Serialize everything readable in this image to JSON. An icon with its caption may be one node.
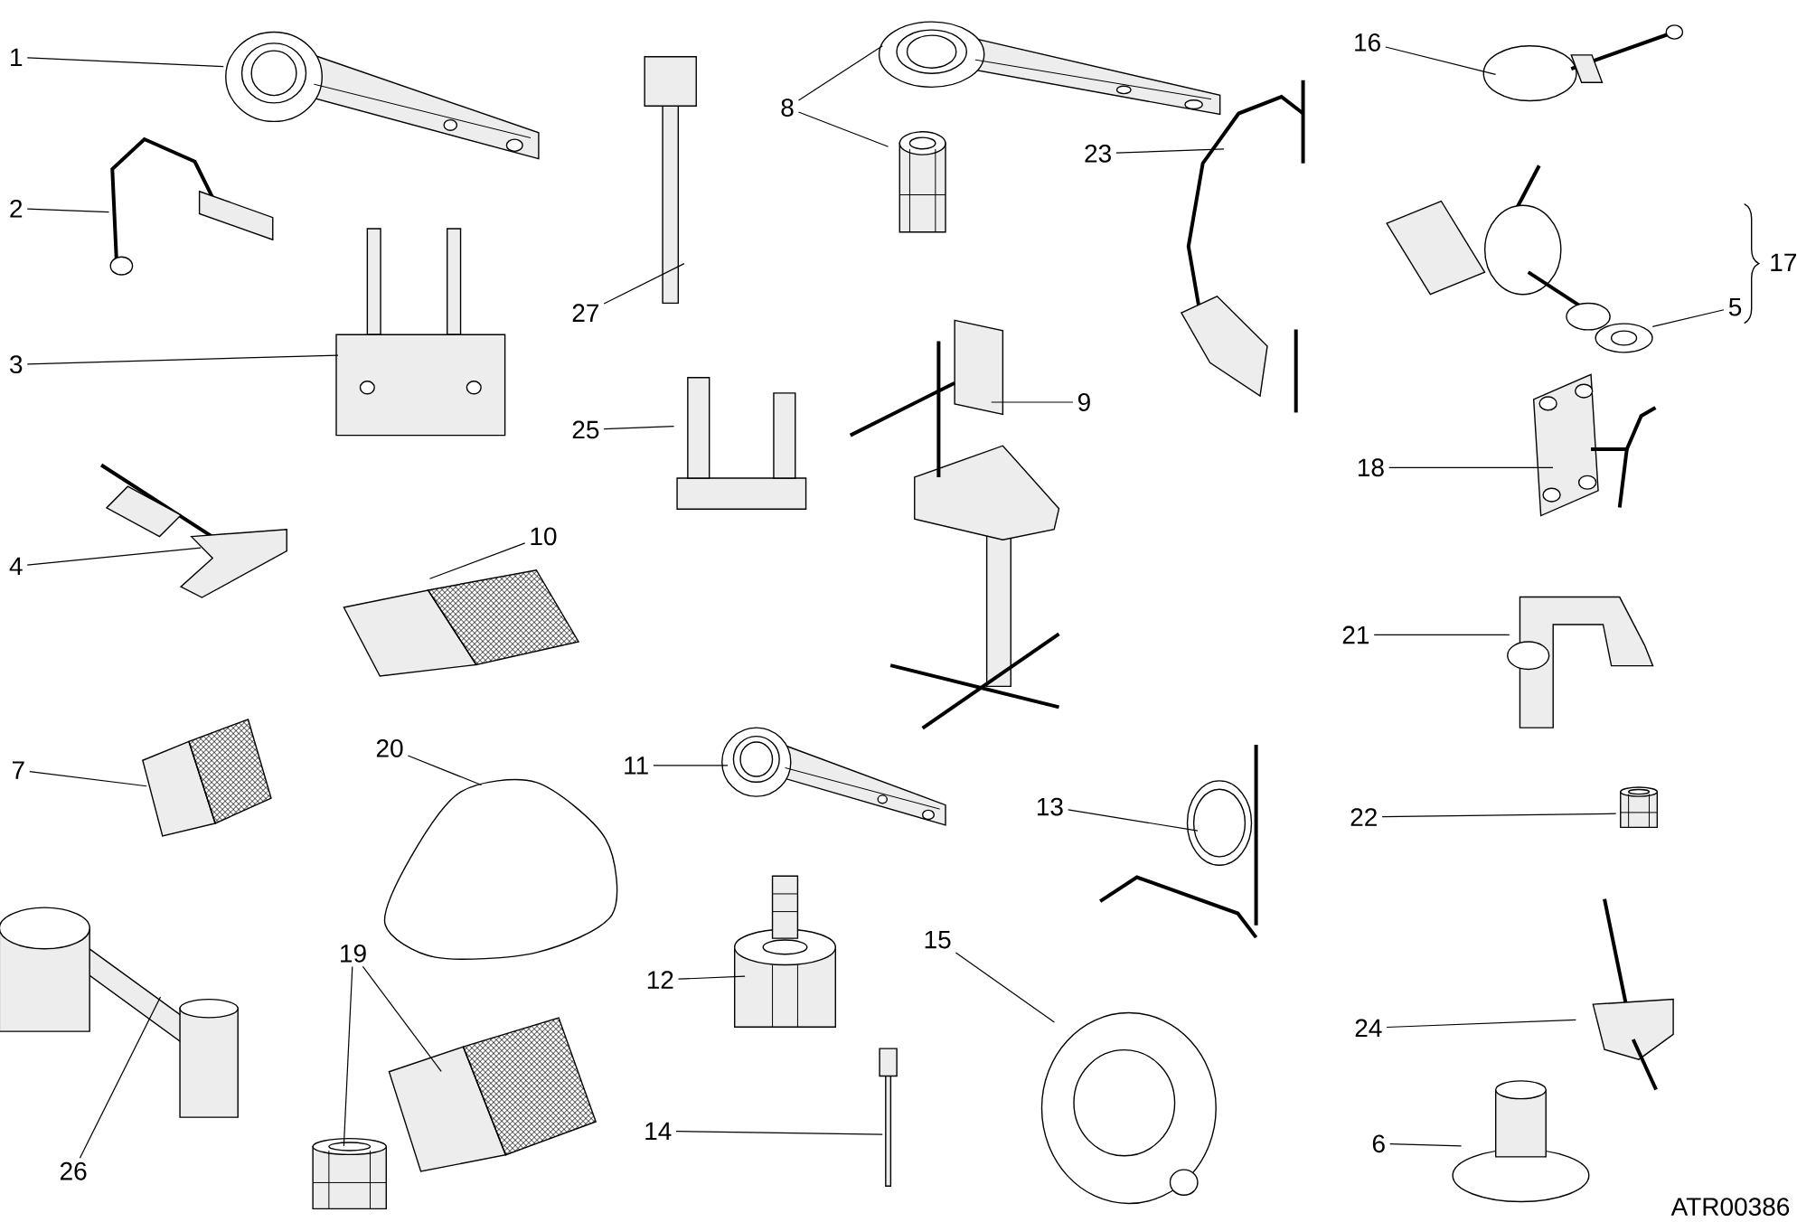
{
  "diagram": {
    "nodes": [
      {
        "text": [
          "1"
        ]
      },
      {
        "text": [],
        "shape": "picture"
      },
      {
        "text": [
          "2"
        ]
      },
      {
        "text": [],
        "shape": "picture"
      },
      {
        "text": [
          "3"
        ]
      },
      {
        "text": [],
        "shape": "picture"
      },
      {
        "text": [
          "4"
        ]
      },
      {
        "text": [],
        "shape": "picture"
      },
      {
        "text": [
          "7"
        ]
      },
      {
        "text": [],
        "shape": "picture"
      },
      {
        "text": [
          "26"
        ]
      },
      {
        "text": [],
        "shape": "picture"
      },
      {
        "text": [
          "20"
        ]
      },
      {
        "text": [],
        "shape": "picture"
      },
      {
        "text": [
          "19"
        ]
      },
      {
        "text": [],
        "shape": "picture"
      },
      {
        "text": [],
        "shape": "picture"
      },
      {
        "text": [
          "10"
        ]
      },
      {
        "text": [],
        "shape": "picture"
      },
      {
        "text": [
          "27"
        ]
      },
      {
        "text": [],
        "shape": "picture"
      },
      {
        "text": [
          "25"
        ]
      },
      {
        "text": [],
        "shape": "picture"
      },
      {
        "text": [
          "11"
        ]
      },
      {
        "text": [],
        "shape": "picture"
      },
      {
        "text": [
          "12"
        ]
      },
      {
        "text": [],
        "shape": "picture"
      },
      {
        "text": [
          "14"
        ]
      },
      {
        "text": [],
        "shape": "picture"
      },
      {
        "text": [
          "8"
        ]
      },
      {
        "text": [],
        "shape": "picture"
      },
      {
        "text": [],
        "shape": "picture"
      },
      {
        "text": [
          "9"
        ]
      },
      {
        "text": [],
        "shape": "picture"
      },
      {
        "text": [
          "23"
        ]
      },
      {
        "text": [],
        "shape": "picture"
      },
      {
        "text": [
          "13"
        ]
      },
      {
        "text": [],
        "shape": "picture"
      },
      {
        "text": [
          "15"
        ]
      },
      {
        "text": [],
        "shape": "picture"
      },
      {
        "text": [
          "16"
        ]
      },
      {
        "text": [],
        "shape": "picture"
      },
      {
        "text": [
          "5"
        ]
      },
      {
        "text": [],
        "shape": "picture"
      },
      {
        "text": [
          "18"
        ]
      },
      {
        "text": [],
        "shape": "picture"
      },
      {
        "text": [
          "21"
        ]
      },
      {
        "text": [],
        "shape": "picture"
      },
      {
        "text": [
          "22"
        ]
      },
      {
        "text": [],
        "shape": "picture"
      },
      {
        "text": [
          "24"
        ]
      },
      {
        "text": [],
        "shape": "picture"
      },
      {
        "text": [
          "6"
        ]
      },
      {
        "text": [],
        "shape": "picture"
      }
    ],
    "edges": [
      {
        "from": 0,
        "to": 1,
        "arrow": "none"
      },
      {
        "from": 2,
        "to": 3,
        "arrow": "none"
      },
      {
        "from": 4,
        "to": 5,
        "arrow": "none"
      },
      {
        "from": 6,
        "to": 7,
        "arrow": "none"
      },
      {
        "from": 8,
        "to": 9,
        "arrow": "none"
      },
      {
        "from": 10,
        "to": 11,
        "arrow": "none"
      },
      {
        "from": 12,
        "to": 13,
        "arrow": "none"
      },
      {
        "from": 14,
        "to": 15,
        "arrow": "none"
      },
      {
        "from": 14,
        "to": 16,
        "arrow": "none"
      },
      {
        "from": 17,
        "to": 18,
        "arrow": "none"
      },
      {
        "from": 19,
        "to": 20,
        "arrow": "none"
      },
      {
        "from": 21,
        "to": 22,
        "arrow": "none"
      },
      {
        "from": 23,
        "to": 24,
        "arrow": "none"
      },
      {
        "from": 25,
        "to": 26,
        "arrow": "none"
      },
      {
        "from": 27,
        "to": 28,
        "arrow": "none"
      },
      {
        "from": 29,
        "to": 30,
        "arrow": "none"
      },
      {
        "from": 29,
        "to": 31,
        "arrow": "none"
      },
      {
        "from": 32,
        "to": 33,
        "arrow": "none"
      },
      {
        "from": 34,
        "to": 35,
        "arrow": "none"
      },
      {
        "from": 36,
        "to": 37,
        "arrow": "none"
      },
      {
        "from": 38,
        "to": 39,
        "arrow": "none"
      },
      {
        "from": 40,
        "to": 41,
        "arrow": "none"
      },
      {
        "from": 42,
        "to": 43,
        "arrow": "none"
      },
      {
        "from": 44,
        "to": 45,
        "arrow": "none"
      },
      {
        "from": 46,
        "to": 47,
        "arrow": "none"
      },
      {
        "from": 48,
        "to": 49,
        "arrow": "none"
      },
      {
        "from": 50,
        "to": 51,
        "arrow": "none"
      },
      {
        "from": 52,
        "to": 53,
        "arrow": "none"
      }
    ],
    "labels": [
      "17",
      "ATR00386"
    ]
  }
}
